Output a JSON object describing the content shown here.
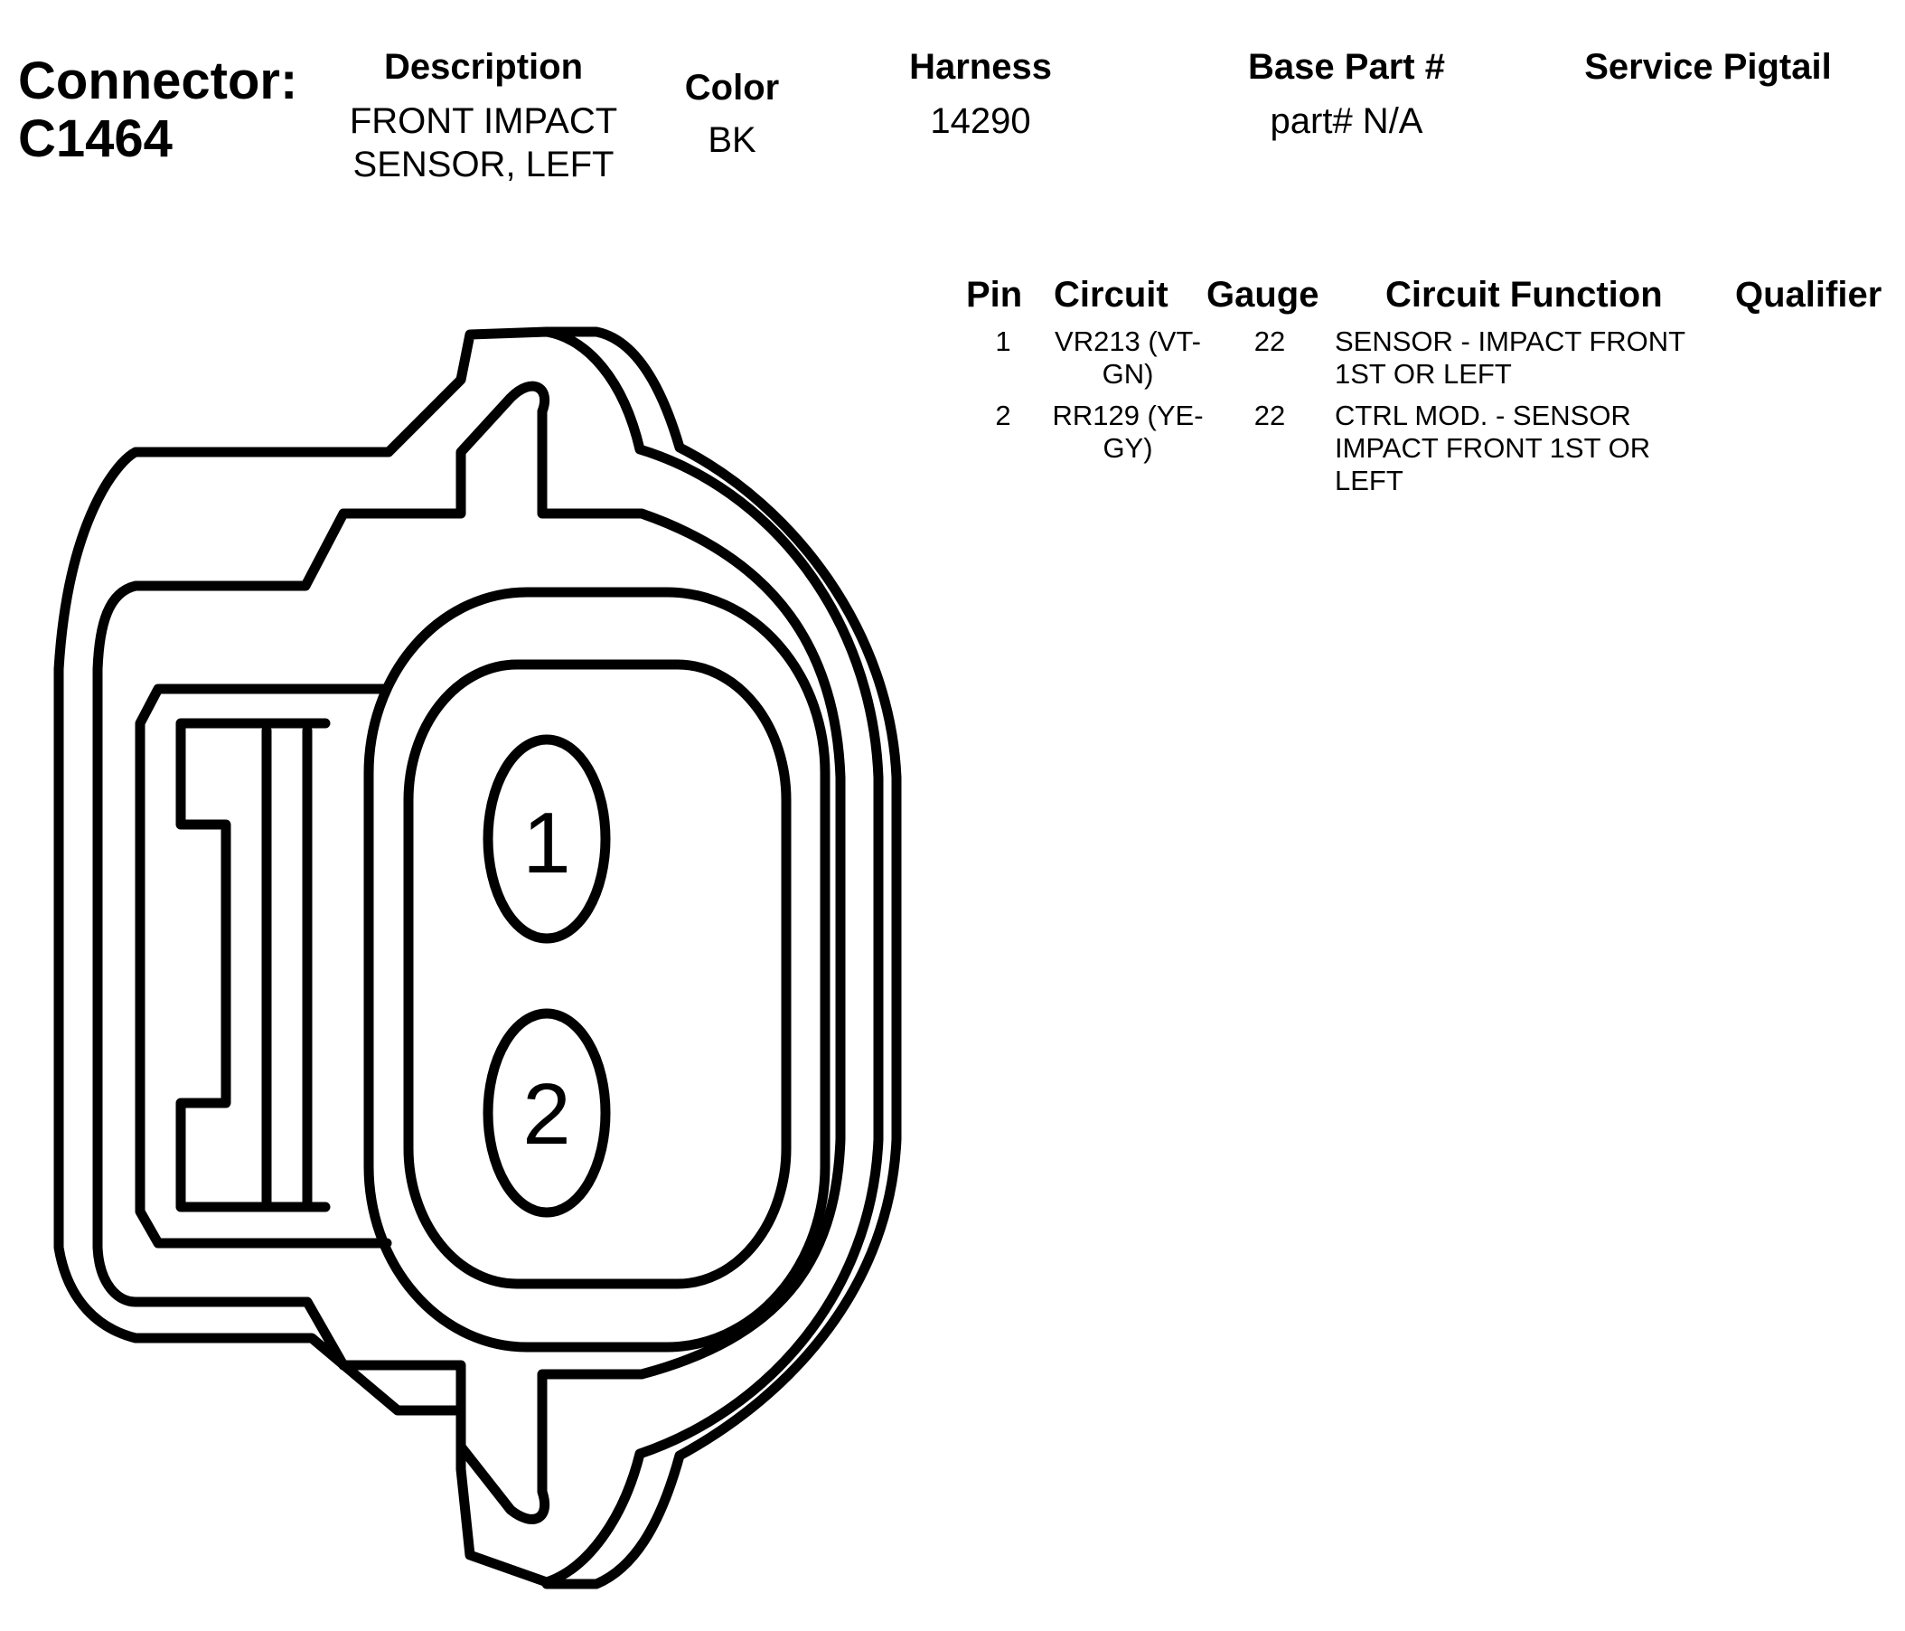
{
  "connector": {
    "label": "Connector:",
    "id": "C1464"
  },
  "header": {
    "description_label": "Description",
    "description_lines": [
      "FRONT IMPACT",
      "SENSOR, LEFT"
    ],
    "color_label": "Color",
    "color_value": "BK",
    "harness_label": "Harness",
    "harness_value": "14290",
    "base_part_label": "Base Part #",
    "base_part_value": "part# N/A",
    "service_pigtail_label": "Service Pigtail",
    "service_pigtail_value": ""
  },
  "pin_table": {
    "columns": [
      "Pin",
      "Circuit",
      "Gauge",
      "Circuit Function",
      "Qualifier"
    ],
    "rows": [
      {
        "pin": "1",
        "circuit_lines": [
          "VR213 (VT-",
          "GN)"
        ],
        "gauge": "22",
        "function_lines": [
          "SENSOR - IMPACT FRONT",
          "1ST OR LEFT"
        ],
        "qualifier": ""
      },
      {
        "pin": "2",
        "circuit_lines": [
          "RR129 (YE-",
          "GY)"
        ],
        "gauge": "22",
        "function_lines": [
          "CTRL MOD. - SENSOR",
          "IMPACT FRONT 1ST OR",
          "LEFT"
        ],
        "qualifier": ""
      }
    ]
  },
  "diagram": {
    "pin_labels": [
      "1",
      "2"
    ]
  }
}
